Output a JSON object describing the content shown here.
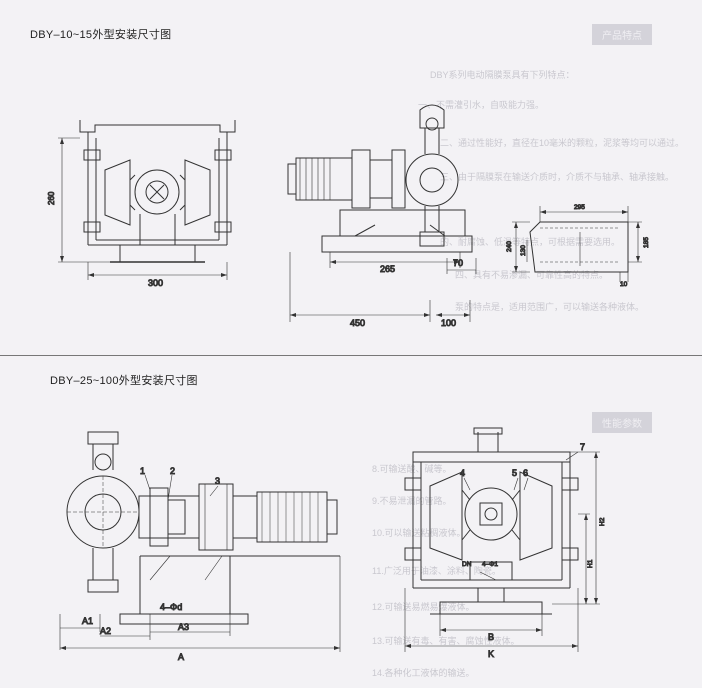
{
  "section_top": {
    "title": "DBY–10~15外型安装尺寸图"
  },
  "section_bottom": {
    "title": "DBY–25~100外型安装尺寸图"
  },
  "top_dims": {
    "height_left": "260",
    "width_left": "300",
    "len_mid": "265",
    "len_right": "70",
    "total_len": "450",
    "right_len": "100"
  },
  "bracket_dims": {
    "top": "295",
    "h1": "240",
    "h2": "130",
    "h3": "185",
    "foot": "10"
  },
  "bottom_left_labels": {
    "p1": "1",
    "p2": "2",
    "p3": "3",
    "a1": "A1",
    "a2": "A2",
    "a3": "A3",
    "a": "A",
    "hole": "4–Φd"
  },
  "bottom_right_labels": {
    "p4": "4",
    "p5": "5",
    "p6": "6",
    "p7": "7",
    "dn": "DN",
    "hole": "4–Φ1",
    "b": "B",
    "k": "K",
    "h1": "H1",
    "h2": "H2"
  },
  "ghost_text": {
    "tab_top": "产品特点",
    "tab_mid": "性能参数",
    "intro": "DBY系列电动隔膜泵具有下列特点：",
    "l1": "一、不需灌引水，自吸能力强。",
    "l2": "二、通过性能好，直径在10毫米的颗粒，泥浆等均可以通过。",
    "l3": "三、由于隔膜泵在输送介质时，介质不与轴承、轴承接触。",
    "l4": "的、耐腐蚀、低温等特点，可根据需要选用。",
    "l5": "四、具有不易渗漏、可靠性高的特点。",
    "l6": "泵的特点是，适用范围广，可以输送各种液体。",
    "m1": "8.可输送酸、碱等。",
    "m2": "9.不易泄漏的管路。",
    "m3": "10.可以输送粘稠液体。",
    "m4": "11.广泛用于油漆、涂料、陶瓷。",
    "m5": "12.可输送易燃易爆液体。",
    "m6": "13.可输送有毒、有害、腐蚀性液体。",
    "m7": "14.各种化工液体的输送。"
  }
}
